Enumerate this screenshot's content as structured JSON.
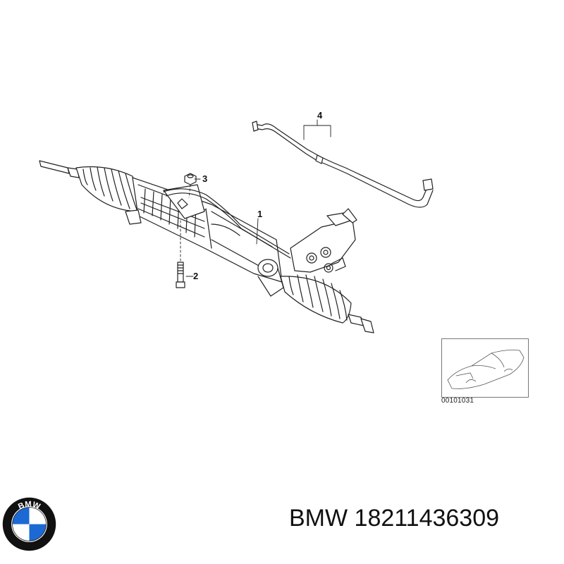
{
  "diagram": {
    "callouts": [
      {
        "id": "1",
        "label": "1"
      },
      {
        "id": "2",
        "label": "2"
      },
      {
        "id": "3",
        "label": "3"
      },
      {
        "id": "4",
        "label": "4"
      }
    ],
    "thumbnail_code": "00101031"
  },
  "footer": {
    "brand": "BMW",
    "part_number": "18211436309"
  },
  "logo": {
    "letters": "BMW",
    "colors": {
      "blue": "#1c69d4",
      "white": "#ffffff",
      "ring": "#111111"
    }
  }
}
